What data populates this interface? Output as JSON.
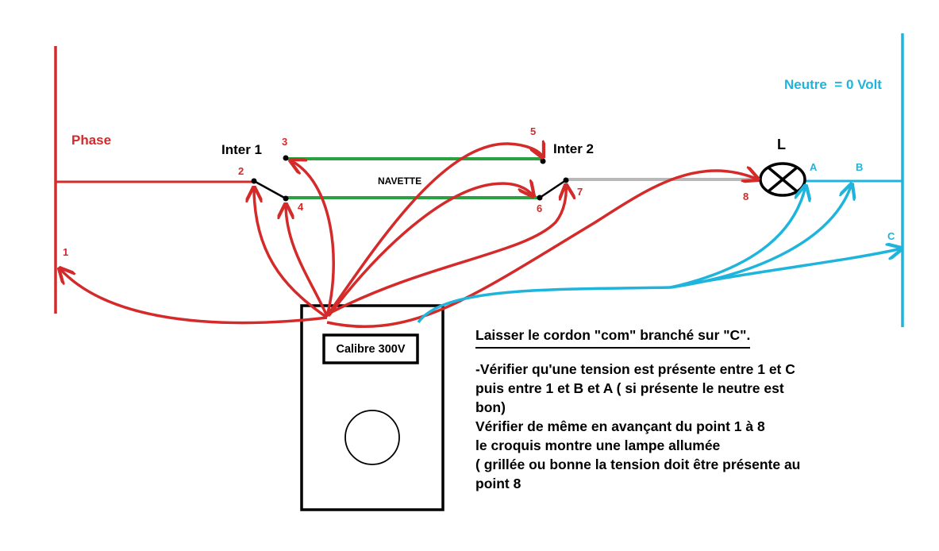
{
  "labels": {
    "phase": "Phase",
    "neutre": "Neutre  = 0 Volt",
    "inter1": "Inter 1",
    "inter2": "Inter 2",
    "navette": "NAVETTE",
    "lamp": "L",
    "calibre": "Calibre 300V"
  },
  "points": {
    "p1": "1",
    "p2": "2",
    "p3": "3",
    "p4": "4",
    "p5": "5",
    "p6": "6",
    "p7": "7",
    "p8": "8",
    "a": "A",
    "b": "B",
    "c": "C"
  },
  "instructions": {
    "title": "Laisser le cordon \"com\" branché sur \"C\".",
    "lines": [
      "-Vérifier qu'une tension est présente entre 1 et C",
      "puis entre 1 et B et A ( si présente le neutre est",
      "bon)",
      "Vérifier de même en avançant du point 1 à 8",
      "le croquis montre une lampe allumée",
      "( grillée ou bonne la tension doit être présente au",
      "point 8"
    ]
  },
  "colors": {
    "phase": "#d42a2a",
    "neutral": "#1fb4dc",
    "navette": "#2aa040",
    "gray": "#b8b8b8",
    "black": "#000000"
  }
}
